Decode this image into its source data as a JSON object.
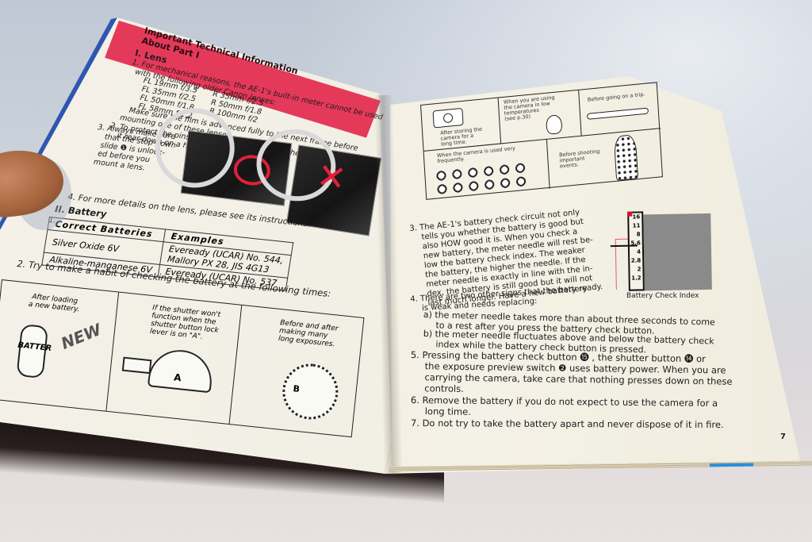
{
  "scene": {
    "description": "Open Canon AE-1 camera instruction manual lying on a table, pages 6-7",
    "colors": {
      "banner_red": "#e5395a",
      "cover_blue": "#2f56b0",
      "paper": "#f4f1e8",
      "edge_blue": "#2a8fd6"
    }
  },
  "left_page": {
    "banner_title_line1": "Important Technical Information",
    "banner_title_line2": "About Part I",
    "lens_section": {
      "heading": "I.  Lens",
      "item1_line1": "1. For mechanical reasons, the AE-1's built-in meter cannot be used",
      "item1_line2": "with the following older Canon lenses:",
      "lenses_fl": [
        "FL 19mm f/3.5",
        "FL 35mm f/2.5",
        "FL 50mm f/1.8",
        "FL 58mm f/1.2"
      ],
      "lenses_r": [
        "R 35mm f/2.5",
        "R 50mm f/1.8",
        "R 100mm f/2"
      ],
      "item1_line3": "Make sure the film is advanced fully to the next frame before",
      "item1_line4": "mounting one of these lenses.",
      "item2_line1": "2. To protect the pins and levers at the back of the lens, never place",
      "item2_line2": "it rear-down on a hard surface.",
      "item3_lines": [
        "3. Always make sure",
        "that the stop-down",
        "slide ❶ is unlock-",
        "ed    before    you",
        "mount a lens."
      ],
      "item4": "4. For more details on the lens, please see its instructions."
    },
    "battery_section": {
      "heading": "II.  Battery",
      "item1_number": "1.",
      "table": {
        "headers": [
          "Correct  Batteries",
          "Examples"
        ],
        "rows": [
          [
            "Silver Oxide  6V",
            "Eveready (UCAR) No. 544,\nMallory PX 28, JIS 4G13"
          ],
          [
            "Alkaline-manganese  6V",
            "Eveready (UCAR) No. 537"
          ]
        ]
      },
      "item2": "2. Try to make a habit of checking the battery at the following times:",
      "panels": [
        {
          "caption": "After loading\na new battery.",
          "art_text": [
            "BATTER",
            "NEW"
          ]
        },
        {
          "caption": "If the shutter won't\nfunction when the\nshutter button lock\nlever is on \"A\".",
          "art_text": [
            "A"
          ]
        },
        {
          "caption": "Before and after\nmaking many\nlong exposures.",
          "art_text": [
            "B"
          ]
        }
      ]
    }
  },
  "right_page": {
    "panels_top": [
      {
        "caption": "After storing the\ncamera for a\nlong time."
      },
      {
        "caption": "When you are using\nthe camera in low\ntemperatures\n(see p.30)"
      },
      {
        "caption": "Before going on a trip."
      }
    ],
    "panels_bottom": [
      {
        "caption": "When the camera is used very\nfrequently."
      },
      {
        "caption": "Before shooting\nimportant\nevents."
      }
    ],
    "item3_lines": [
      "3. The AE-1's battery check circuit not only",
      "tells you whether the battery is good but",
      "also HOW good it is.  When you check a",
      "new battery, the meter needle will rest be-",
      "low the battery check index.  The weaker",
      "the battery, the higher the needle.  If the",
      "meter needle is exactly in line with the in-",
      "dex, the battery is still good but it will not",
      "last much longer. Have a new battery ready."
    ],
    "battery_check_index": {
      "label": "Battery Check Index",
      "scale": [
        "16",
        "11",
        "8",
        "5.6",
        "4",
        "2.8",
        "2",
        "1.2"
      ]
    },
    "item4_line1": "4. There are two other signs that the battery",
    "item4_line2": "is weak and needs replacing:",
    "item4a_line1": "a) the meter needle takes more than about three seconds to come",
    "item4a_line2": "to a rest after you press the battery check button.",
    "item4b_line1": "b) the meter needle fluctuates above and below the battery check",
    "item4b_line2": "index while the battery check button is pressed.",
    "item5_line1": "5. Pressing the battery check button ⓯ , the shutter button ⓮  or",
    "item5_line2": "the exposure preview switch ❷ uses battery power. When you are",
    "item5_line3": "carrying the camera, take care that nothing presses down on these",
    "item5_line4": "controls.",
    "item6_line1": "6. Remove the battery if you do not expect to use the camera for a",
    "item6_line2": "long time.",
    "item7": "7. Do not try to take the battery apart and never dispose of it in fire.",
    "page_number": "7"
  }
}
